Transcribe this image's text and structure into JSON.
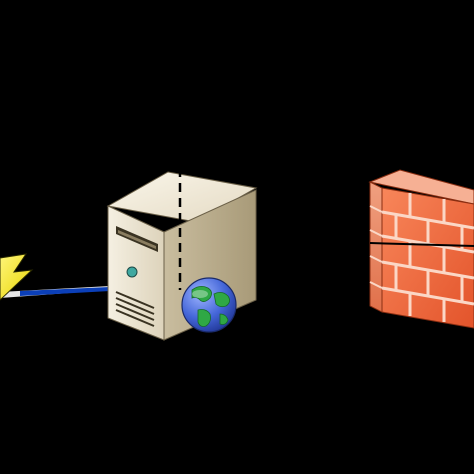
{
  "diagram": {
    "background": "#000000",
    "nodes": [
      {
        "id": "lightning",
        "icon": "lightning-bolt-icon",
        "color": "#f4ea1f"
      },
      {
        "id": "server",
        "icon": "server-tower-icon",
        "color": "#e7dfcb"
      },
      {
        "id": "web",
        "icon": "globe-icon",
        "colors": {
          "ocean": "#4466d8",
          "land": "#2fa845"
        }
      },
      {
        "id": "firewall",
        "icon": "brick-firewall-icon",
        "color": "#f2683a"
      }
    ],
    "connections": [
      {
        "from": "lightning",
        "to": "server",
        "style": "solid",
        "color": "#0b3fb8"
      },
      {
        "from": "server",
        "to": "web",
        "style": "dashed",
        "color": "#000000"
      },
      {
        "from": "firewall",
        "to": "off-canvas",
        "style": "solid",
        "color": "#000000"
      }
    ]
  }
}
